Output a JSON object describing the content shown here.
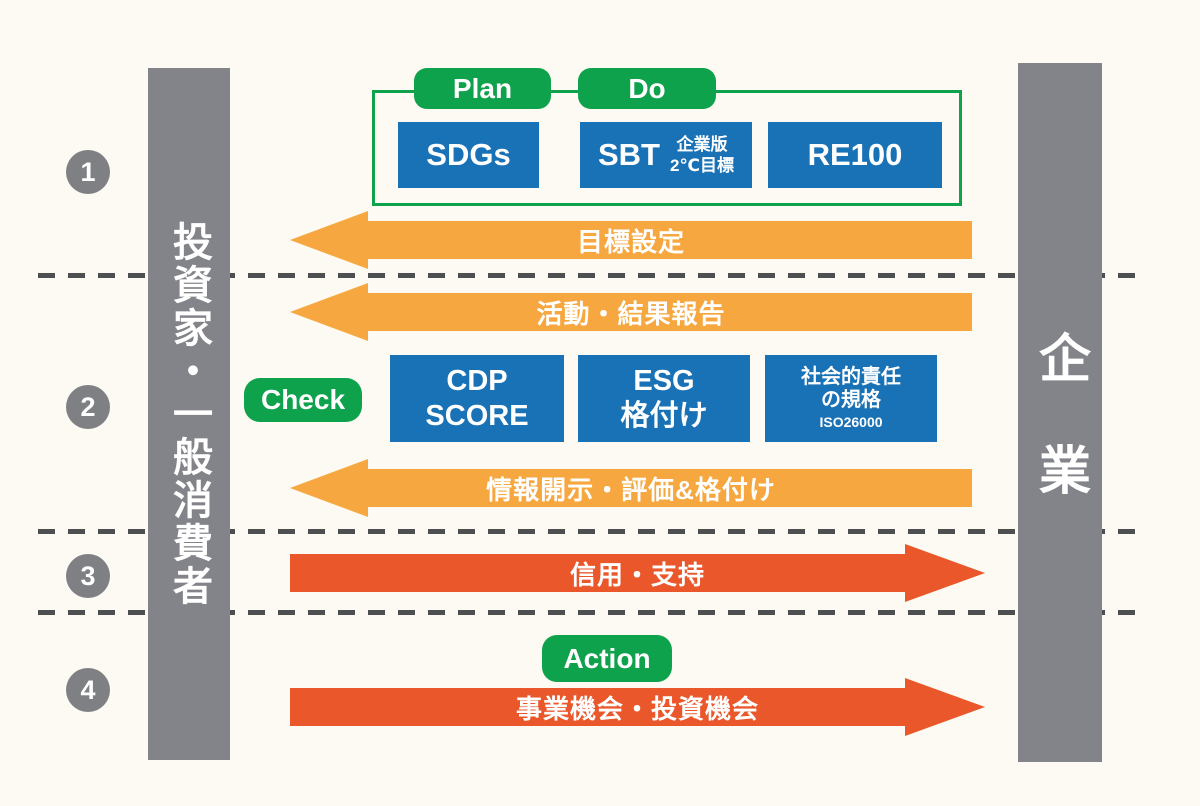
{
  "diagram_title": "PDCA cycle between companies and investors / consumers",
  "palette": {
    "background": "#FCFAF2",
    "gray_bar": "#828489",
    "blue_box": "#1A72B6",
    "green": "#0FA24C",
    "orange_arrow": "#F7A73F",
    "red_arrow": "#E9572B",
    "dash_line": "#4E4F51"
  },
  "left_bar": {
    "label": "投資家・一般消費者"
  },
  "right_bar": {
    "label": "企業"
  },
  "steps": [
    {
      "number": "1"
    },
    {
      "number": "2"
    },
    {
      "number": "3"
    },
    {
      "number": "4"
    }
  ],
  "pdca": {
    "plan_label": "Plan",
    "do_label": "Do",
    "check_label": "Check",
    "action_label": "Action"
  },
  "top_boxes": {
    "sdgs": {
      "title": "SDGs"
    },
    "sbt": {
      "title": "SBT",
      "sub_line1": "企業版",
      "sub_line2": "2℃目標"
    },
    "re100": {
      "title": "RE100"
    }
  },
  "check_boxes": {
    "cdp": {
      "line1": "CDP",
      "line2": "SCORE"
    },
    "esg": {
      "line1": "ESG",
      "line2": "格付け"
    },
    "iso": {
      "line1": "社会的責任",
      "line2": "の規格",
      "line3": "ISO26000"
    }
  },
  "arrows": [
    {
      "label": "目標設定",
      "direction": "left",
      "color": "orange"
    },
    {
      "label": "活動・結果報告",
      "direction": "left",
      "color": "orange"
    },
    {
      "label": "情報開示・評価&格付け",
      "direction": "left",
      "color": "orange"
    },
    {
      "label": "信用・支持",
      "direction": "right",
      "color": "red"
    },
    {
      "label": "事業機会・投資機会",
      "direction": "right",
      "color": "red"
    }
  ]
}
